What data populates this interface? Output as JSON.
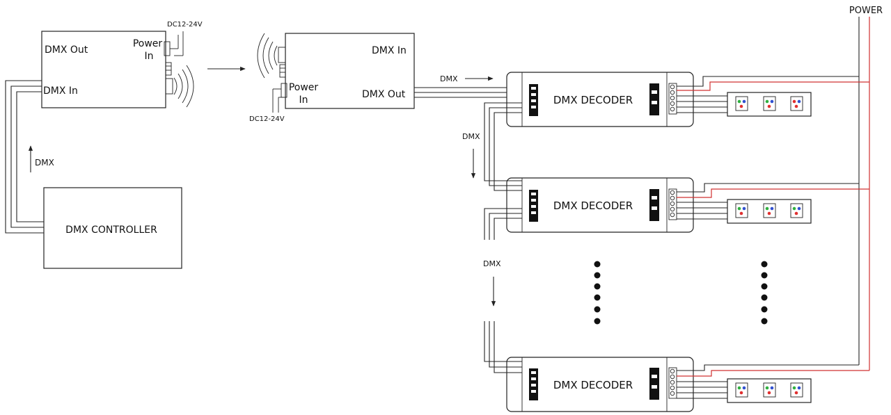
{
  "power_label": "POWER",
  "transmitter": {
    "dmx_out": "DMX Out",
    "dmx_in": "DMX In",
    "power_in_line1": "Power",
    "power_in_line2": "In",
    "voltage": "DC12-24V"
  },
  "receiver": {
    "dmx_in": "DMX In",
    "dmx_out": "DMX Out",
    "power_in_line1": "Power",
    "power_in_line2": "In",
    "voltage": "DC12-24V"
  },
  "controller": {
    "label": "DMX CONTROLLER"
  },
  "dmx_labels": {
    "controller_up": "DMX",
    "top_link": "DMX",
    "between_1_2": "DMX",
    "between_2_3": "DMX"
  },
  "decoders": [
    {
      "label": "DMX DECODER"
    },
    {
      "label": "DMX DECODER"
    },
    {
      "label": "DMX DECODER"
    }
  ],
  "colors": {
    "line": "#222222",
    "power_red": "#d03030",
    "led_red": "#e03030",
    "led_green": "#30b040",
    "led_blue": "#3050d0"
  }
}
